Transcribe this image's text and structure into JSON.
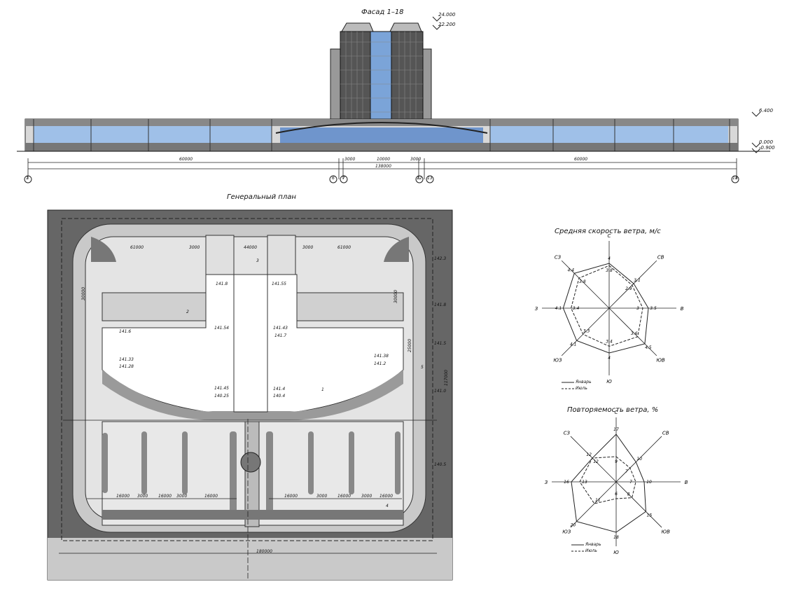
{
  "facade": {
    "title": "Фасад 1–18",
    "levels": [
      "24.000",
      "22.200",
      "6.400",
      "0.000",
      "-0.900"
    ],
    "dims": [
      "60000",
      "3000",
      "10000",
      "3000",
      "60000"
    ],
    "total": "138000",
    "axes": [
      "1",
      "6",
      "7",
      "12",
      "13",
      "18"
    ]
  },
  "plan": {
    "title": "Генеральный план",
    "dims_top": [
      "61000",
      "3000",
      "44000",
      "3000",
      "61000"
    ],
    "dims_side": [
      "30000",
      "30000",
      "25000",
      "117000"
    ],
    "dims_bottom": [
      "16000",
      "3000",
      "16000",
      "3000",
      "16000",
      "16000",
      "3000",
      "16000",
      "3000",
      "16000"
    ],
    "total_bottom": "180000",
    "right_levels": [
      "142.3",
      "141.8",
      "141.5",
      "141.0",
      "140.5"
    ],
    "elevations": [
      "141.8",
      "141.55",
      "141.43",
      "141.4",
      "141.38",
      "141.33",
      "141.54",
      "141.45",
      "141.6",
      "141.7",
      "141.2",
      "141.28",
      "140.25",
      "140.4"
    ],
    "markers": [
      "1",
      "2",
      "3",
      "4",
      "5"
    ]
  },
  "wind_speed": {
    "title": "Средняя скорость ветра, м/с",
    "dirs": [
      "С",
      "СВ",
      "В",
      "ЮВ",
      "Ю",
      "ЮЗ",
      "З",
      "СЗ"
    ],
    "jan": [
      4,
      3.1,
      3.5,
      4.5,
      4.0,
      4.1,
      4.1,
      4.4
    ],
    "jul": [
      3.8,
      2.9,
      3,
      3.6,
      3.4,
      3.3,
      3.4,
      3.8
    ],
    "legend": [
      "Январь",
      "Июль"
    ]
  },
  "wind_freq": {
    "title": "Повторяемость ветра, %",
    "dirs": [
      "С",
      "СВ",
      "В",
      "ЮВ",
      "Ю",
      "ЮЗ",
      "З",
      "СЗ"
    ],
    "jan": [
      17,
      10,
      10,
      15,
      18,
      20,
      16,
      12
    ],
    "jul": [
      9,
      7,
      7,
      8,
      6,
      11,
      13,
      12
    ],
    "legend": [
      "Январь",
      "Июль"
    ]
  }
}
